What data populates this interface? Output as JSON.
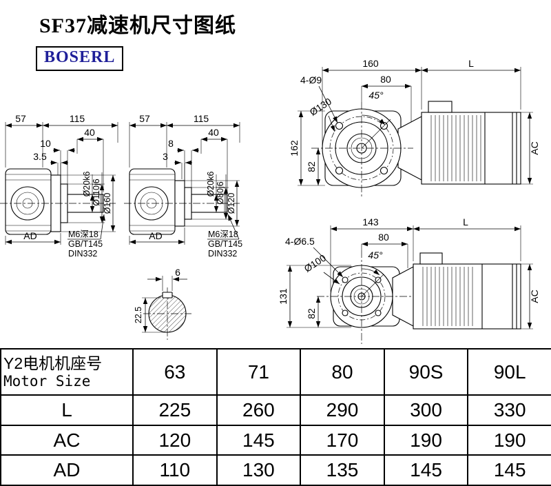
{
  "page": {
    "title": "SF37减速机尺寸图纸",
    "brand": "BOSERL"
  },
  "views": {
    "side_large": {
      "w1": "57",
      "w2": "115",
      "w3": "40",
      "w4": "10",
      "w5": "3.5",
      "shaft_dia": "Ø20k6",
      "spigot_dia": "Ø110j6",
      "flange_dia": "Ø160",
      "ad": "AD",
      "tap_line1": "M6深18",
      "tap_line2": "GB/T145",
      "tap_line3": "DIN332"
    },
    "side_small": {
      "w1": "57",
      "w2": "115",
      "w3": "40",
      "w4": "8",
      "w5": "3",
      "shaft_dia": "Ø20k6",
      "spigot_dia": "Ø80j6",
      "flange_dia": "Ø120",
      "ad": "AD",
      "tap_line1": "M6深18",
      "tap_line2": "GB/T145",
      "tap_line3": "DIN332"
    },
    "front_top": {
      "w1": "160",
      "l": "L",
      "w2": "80",
      "holes": "4-Ø9",
      "angle": "45°",
      "bolt_circle": "Ø130",
      "h1": "162",
      "h2": "82",
      "ac": "AC"
    },
    "front_bottom": {
      "w1": "143",
      "l": "L",
      "w2": "80",
      "holes": "4-Ø6.5",
      "angle": "45°",
      "bolt_circle": "Ø100",
      "h1": "131",
      "h2": "82",
      "ac": "AC"
    },
    "key_section": {
      "width": "6",
      "depth": "22.5"
    }
  },
  "table": {
    "header_cn": "Y2电机机座号",
    "header_en": "Motor Size",
    "sizes": [
      "63",
      "71",
      "80",
      "90S",
      "90L"
    ],
    "rows": [
      {
        "label": "L",
        "values": [
          "225",
          "260",
          "290",
          "300",
          "330"
        ]
      },
      {
        "label": "AC",
        "values": [
          "120",
          "145",
          "170",
          "190",
          "190"
        ]
      },
      {
        "label": "AD",
        "values": [
          "110",
          "130",
          "135",
          "145",
          "145"
        ]
      }
    ]
  }
}
